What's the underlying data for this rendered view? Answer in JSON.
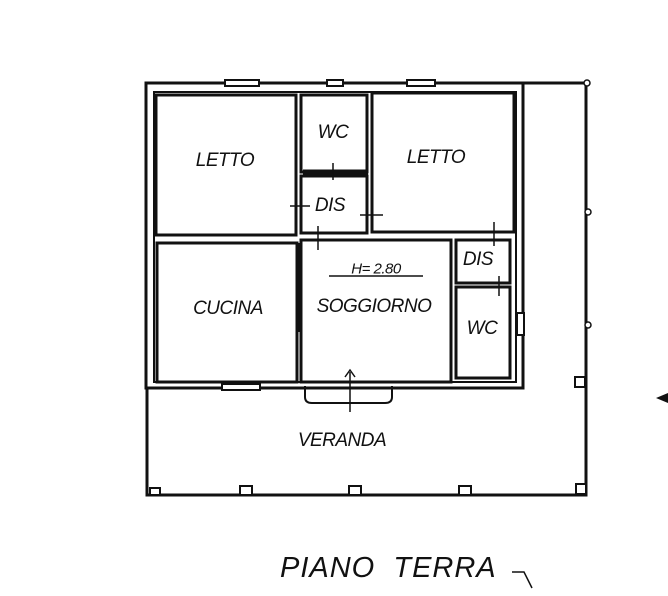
{
  "plan": {
    "title": "PIANO  TERRA",
    "height_note": "H= 2.80",
    "rooms": {
      "letto_left": "LETTO",
      "wc_top": "WC",
      "dis_center": "DIS",
      "letto_right": "LETTO",
      "cucina": "CUCINA",
      "soggiorno": "SOGGIORNO",
      "dis_right": "DIS",
      "wc_right": "WC",
      "veranda": "VERANDA"
    }
  }
}
